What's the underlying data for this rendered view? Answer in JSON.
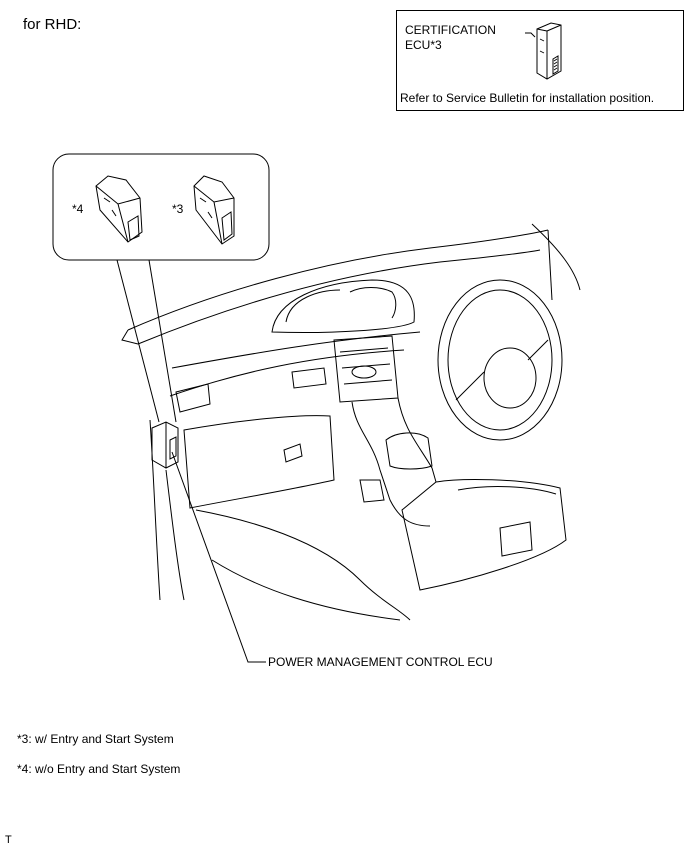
{
  "heading": "for RHD:",
  "cert_box": {
    "label_line1": "CERTIFICATION",
    "label_line2": "ECU*3",
    "note": "Refer to Service Bulletin for installation position."
  },
  "callouts": {
    "ecu_star4": "*4",
    "ecu_star3": "*3",
    "power_management": "POWER MANAGEMENT CONTROL ECU"
  },
  "notes": [
    "*3: w/ Entry and Start System",
    "*4: w/o Entry and Start System"
  ],
  "corner_marker": "T"
}
